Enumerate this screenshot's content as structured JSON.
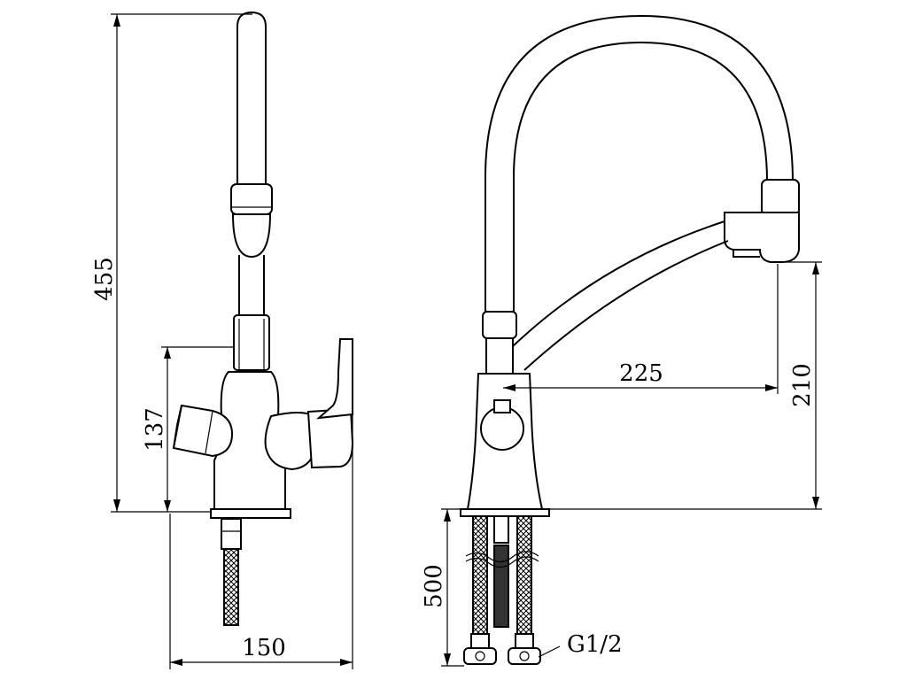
{
  "drawing": {
    "dimensions": {
      "total_height": "455",
      "base_height": "137",
      "base_width": "150",
      "reach": "225",
      "spout_clearance": "210",
      "hose_length": "500",
      "thread": "G1/2"
    },
    "colors": {
      "line": "#000000",
      "background": "#ffffff"
    }
  }
}
